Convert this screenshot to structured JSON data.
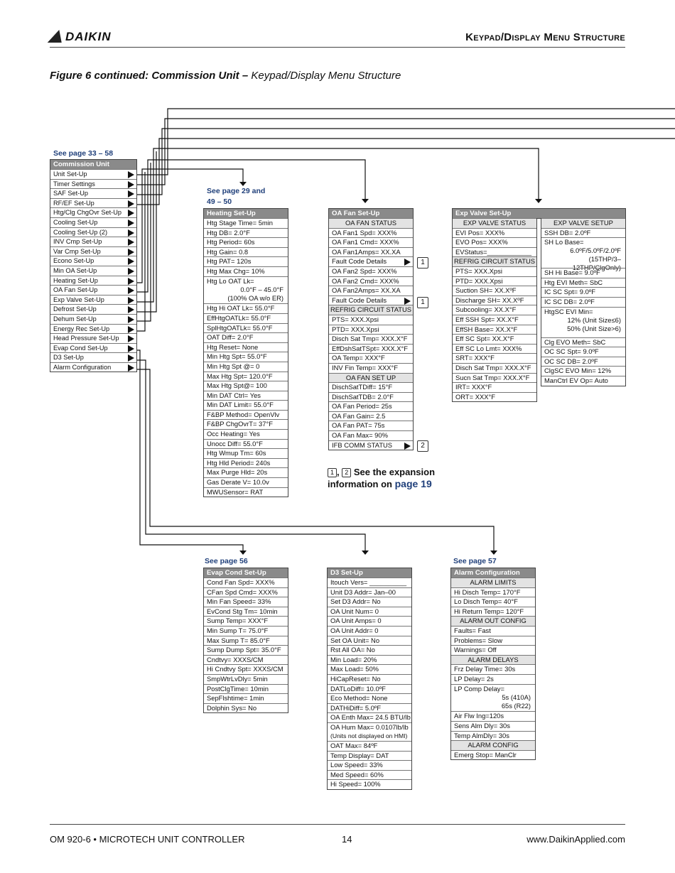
{
  "header": {
    "brand": "DAIKIN",
    "section_title": "Keypad/Display Menu Structure"
  },
  "figure": {
    "caption_bold": "Figure 6 continued: Commission Unit",
    "caption_dash": " – ",
    "caption_rest": "Keypad/Display Menu Structure"
  },
  "see_refs": {
    "commission": "See page 33 – 58",
    "heating_line1": "See page 29 and",
    "heating_line2": "49 – 50",
    "evap": "See page 56",
    "alarm": "See page 57"
  },
  "commission_unit": {
    "title": "Commission Unit",
    "items": [
      "Unit Set-Up",
      "Timer Settings",
      "SAF Set-Up",
      "RF/EF Set-Up",
      "Htg/Clg ChgOvr Set-Up",
      "Cooling Set-Up",
      "Cooling Set-Up (2)",
      "INV Cmp Set-Up",
      "Var Cmp Set-Up",
      "Econo Set-Up",
      "Min OA Set-Up",
      "Heating Set-Up",
      "OA Fan Set-Up",
      "Exp Valve Set-Up",
      "Defrost Set-Up",
      "Dehum Set-Up",
      "Energy Rec Set-Up",
      "Head Pressure Set-Up",
      "Evap Cond Set-Up",
      "D3 Set-Up",
      "Alarm Configuration"
    ]
  },
  "heating_setup": {
    "title": "Heating Set-Up",
    "items": [
      "Htg Stage Time= 5min",
      "Htg DB= 2.0°F",
      "Htg Period= 60s",
      "Htg Gain= 0.8",
      "Htg PAT= 120s",
      "Htg Max Chg= 10%"
    ],
    "lo_oat": {
      "label": "Htg Lo OAT Lk=",
      "line2": "0.0°F – 45.0°F",
      "line3": "(100% OA w/o ER)"
    },
    "items2": [
      "Htg Hi OAT Lk= 55.0°F",
      "EffHtgOATLk= 55.0°F",
      "SplHtgOATLk= 55.0°F",
      "OAT Diff= 2.0°F",
      "Htg Reset= None",
      "Min Htg Spt= 55.0°F",
      "Min Htg Spt @= 0",
      "Max Htg Spt= 120.0°F",
      "Max Htg Spt@= 100",
      "Min DAT Ctrl= Yes",
      "Min DAT Limit= 55.0°F",
      "F&BP Method= OpenVlv",
      "F&BP ChgOvrT= 37°F",
      "Occ Heating= Yes",
      "Unocc Diff= 55.0°F",
      "Htg Wmup Tm= 60s",
      "Htg Hld Period= 240s",
      "Max Purge Hld= 20s",
      "Gas Derate V= 10.0v",
      "MWUSensor= RAT"
    ]
  },
  "oa_fan_setup": {
    "title": "OA Fan Set-Up",
    "sec_status": "OA FAN STATUS",
    "status_a": [
      "OA Fan1 Spd= XXX%",
      "OA Fan1 Cmd= XXX%",
      "OA Fan1Amps= XX.XA"
    ],
    "fault1": "Fault Code Details",
    "status_b": [
      "OA Fan2 Spd= XXX%",
      "OA Fan2 Cmd= XXX%",
      "OA Fan2Amps= XX.XA"
    ],
    "fault2": "Fault Code Details",
    "sec_refrig": "REFRIG CIRCUIT STATUS",
    "refrig": [
      "PTS= XXX.Xpsi",
      "PTD= XXX.Xpsi",
      "Disch Sat Tmp= XXX.X°F",
      "EffDshSatTSpt= XXX.X°F",
      "OA Temp= XXX°F",
      "INV Fin Temp= XXX°F"
    ],
    "sec_setup": "OA FAN SET UP",
    "setup": [
      "DischSatTDiff= 15°F",
      "DischSatTDB= 2.0°F",
      "OA Fan Period= 25s",
      "OA Fan Gain= 2.5",
      "OA Fan PAT= 75s",
      "OA Fan Max= 90%"
    ],
    "ifb": "IFB COMM STATUS",
    "badge1": "1",
    "badge2": "2"
  },
  "expansion_note": {
    "b1": "1",
    "sep": ",",
    "b2": "2",
    "text1": " See the expansion",
    "text2": "information on ",
    "page": "page 19"
  },
  "exp_valve": {
    "title": "Exp Valve Set-Up",
    "left": {
      "sec1": "EXP VALVE STATUS",
      "items1": [
        "EVI Pos= XXX%",
        "EVO Pos= XXX%",
        "EVStatus=____________"
      ],
      "sec2": "REFRIG CIRCUIT STATUS",
      "items2": [
        "PTS= XXX.Xpsi",
        "PTD= XXX.Xpsi",
        "Suction SH= XX.XºF",
        "Discharge SH= XX.XºF",
        "Subcooling= XX.X°F",
        "Eff SSH Spt= XX.X°F",
        "EffSH Base= XX.X°F",
        "Eff SC Spt= XX.X°F",
        "Eff SC Lo Lmt= XXX%",
        "SRT= XXX°F",
        "Disch Sat Tmp= XXX.X°F",
        "Sucn Sat Tmp= XXX.X°F",
        "IRT= XXX°F",
        "ORT= XXX°F"
      ]
    },
    "right": {
      "sec1": "EXP VALVE SETUP",
      "ssh_db": "SSH DB= 2.0ºF",
      "lo_base": {
        "label": "SH Lo Base=",
        "line2": "6.0ºF/5.0ºF/2.0ºF",
        "line3": "(15THP/3–12THP/ClgOnly)"
      },
      "items_a": [
        "SH Hi Base= 9.0ºF",
        "Htg EVI Meth= SbC",
        "IC SC Spt= 9.0ºF",
        "IC SC DB= 2.0ºF"
      ],
      "evi_min": {
        "label": "HtgSC EVI Min=",
        "line2": "12% (Unit Size≤6)",
        "line3": "50% (Unit Size>6)"
      },
      "items_b": [
        "Clg EVO Meth= SbC",
        "OC SC Spt= 9.0ºF",
        "OC SC DB= 2.0ºF",
        "ClgSC EVO Min= 12%",
        "ManCtrl EV Op= Auto"
      ]
    }
  },
  "evap_cond": {
    "title": "Evap Cond Set-Up",
    "items": [
      "Cond Fan Spd= XXX%",
      "CFan Spd Cmd= XXX%",
      "Min Fan Speed= 33%",
      "EvCond Stg Tm= 10min",
      "Sump Temp= XXX°F",
      "Min Sump T= 75.0°F",
      "Max Sump T= 85.0°F",
      "Sump Dump Spt= 35.0°F",
      "Cndtvy= XXXS/CM",
      "Hi Cndtvy Spt= XXXS/CM",
      "SmpWtrLvDly= 5min",
      "PostClgTime= 10min",
      "SepFlshtime= 1min",
      "Dolphin Sys= No"
    ]
  },
  "d3_setup": {
    "title": "D3 Set-Up",
    "items_a": [
      "Itouch Vers= __________",
      "Unit D3 Addr= Jan–00",
      "Set D3 Addr= No",
      "OA Unit Num= 0",
      "OA Unit Amps= 0",
      "OA Unit Addr= 0",
      "Set OA Unit= No",
      "Rst All OA= No",
      "Min Load= 20%",
      "Max Load= 50%",
      "HiCapReset= No",
      "DATLoDiff= 10.0ºF",
      "Eco Method= None",
      "DATHiDiff= 5.0ºF",
      "OA Enth Max= 24.5 BTU/lb"
    ],
    "hum": {
      "line1": "OA Hum Max= 0.0107lb/lb",
      "line2": "(Units not displayed on HMI)"
    },
    "items_b": [
      "OAT Max= 84ºF",
      "Temp Display= DAT",
      "Low Speed= 33%",
      "Med Speed= 60%",
      "Hi Speed= 100%"
    ]
  },
  "alarm_config": {
    "title": "Alarm Configuration",
    "sec_limits": "ALARM LIMITS",
    "limits": [
      "Hi Disch Temp= 170°F",
      "Lo Disch Temp= 40°F",
      "Hi Return Temp= 120°F"
    ],
    "sec_out": "ALARM OUT CONFIG",
    "out": [
      "Faults= Fast",
      "Problems= Slow",
      "Warnings= Off"
    ],
    "sec_delays": "ALARM DELAYS",
    "delays_a": [
      "Frz Delay Time= 30s",
      "LP Delay= 2s"
    ],
    "lp_comp": {
      "label": "LP Comp Delay=",
      "line2": "5s (410A)",
      "line3": "65s (R22)"
    },
    "delays_b": [
      "Air Flw Ing=120s",
      "Sens Alm Dly= 30s",
      "Temp AlmDly= 30s"
    ],
    "sec_config": "ALARM CONFIG",
    "config": [
      "Emerg Stop= ManClr"
    ]
  },
  "footer": {
    "left": "OM 920-6 • MICROTECH UNIT CONTROLLER",
    "page": "14",
    "right": "www.DaikinApplied.com"
  }
}
